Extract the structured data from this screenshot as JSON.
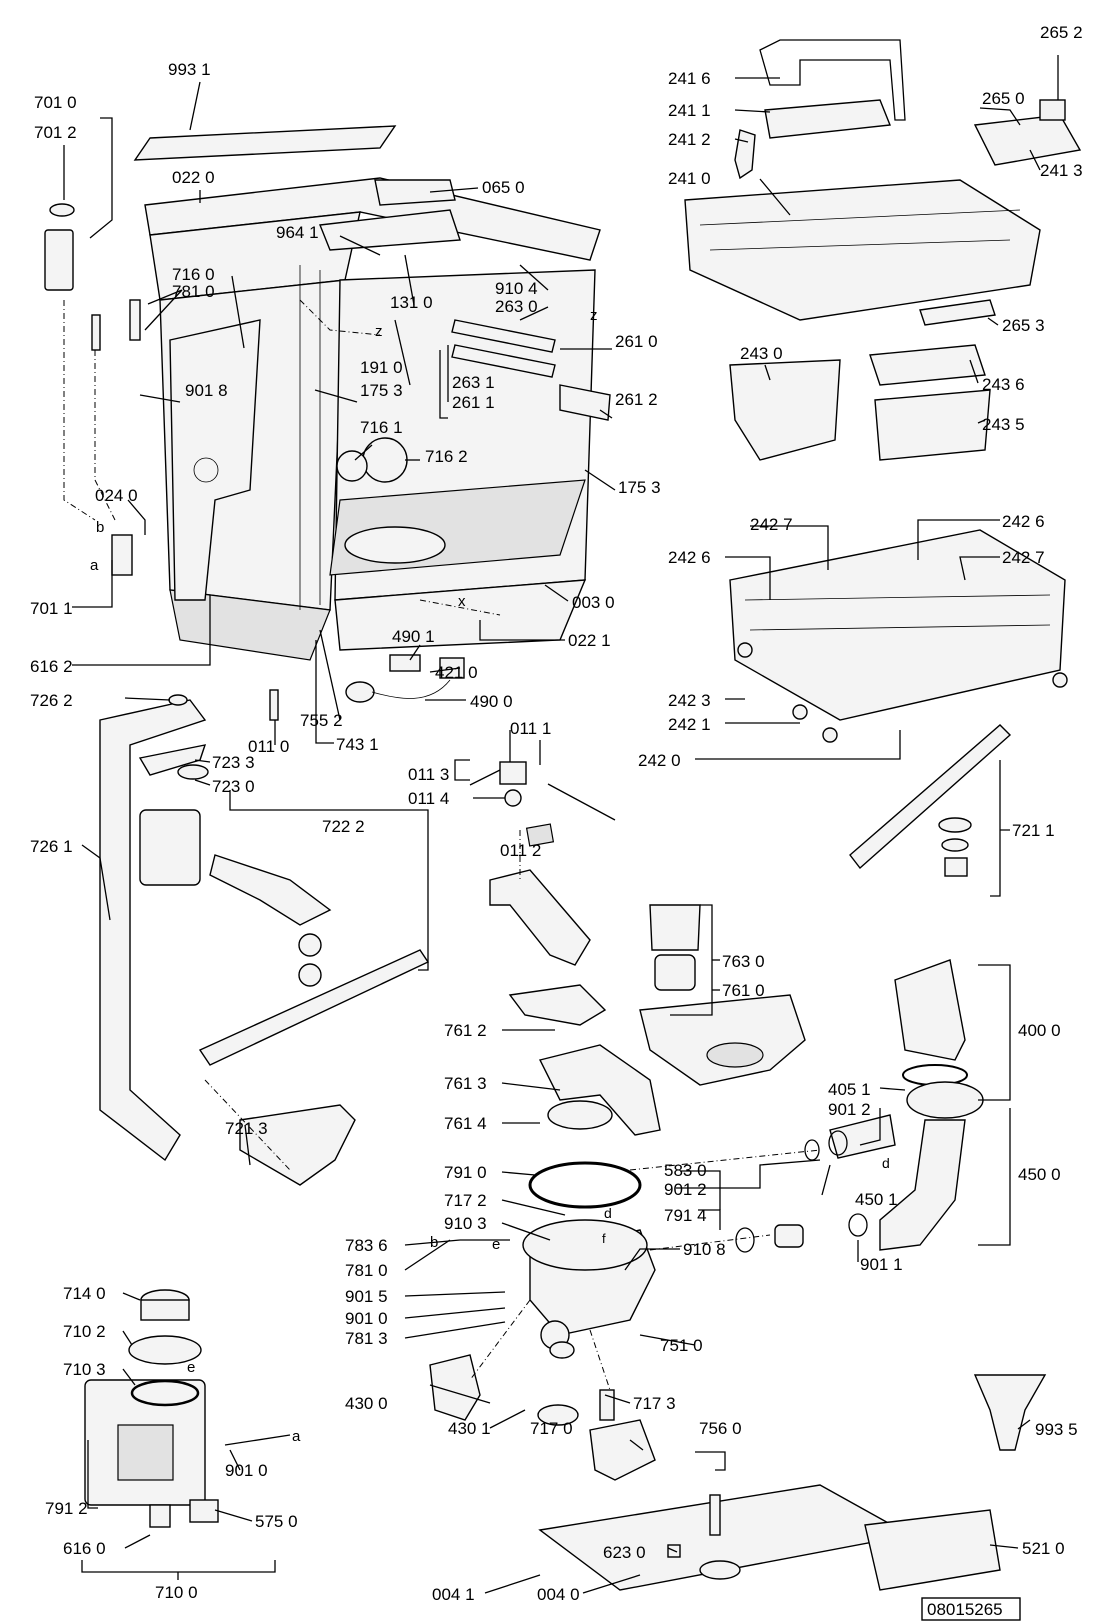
{
  "diagram": {
    "document_code": "08015265",
    "part_labels": [
      {
        "id": "p1",
        "text": "993 1"
      },
      {
        "id": "p2",
        "text": "701 0"
      },
      {
        "id": "p3",
        "text": "701 2"
      },
      {
        "id": "p4",
        "text": "022 0"
      },
      {
        "id": "p5",
        "text": "065 0"
      },
      {
        "id": "p6",
        "text": "964 1"
      },
      {
        "id": "p7",
        "text": "716 0"
      },
      {
        "id": "p8",
        "text": "781 0"
      },
      {
        "id": "p9",
        "text": "131 0"
      },
      {
        "id": "p10",
        "text": "910 4"
      },
      {
        "id": "p11",
        "text": "263 0"
      },
      {
        "id": "p12",
        "text": "261 0"
      },
      {
        "id": "p13",
        "text": "191 0"
      },
      {
        "id": "p14",
        "text": "175 3"
      },
      {
        "id": "p15",
        "text": "263 1"
      },
      {
        "id": "p16",
        "text": "261 1"
      },
      {
        "id": "p17",
        "text": "261 2"
      },
      {
        "id": "p18",
        "text": "901 8"
      },
      {
        "id": "p19",
        "text": "716 1"
      },
      {
        "id": "p20",
        "text": "716 2"
      },
      {
        "id": "p21",
        "text": "175 3"
      },
      {
        "id": "p22",
        "text": "024 0"
      },
      {
        "id": "p23",
        "text": "701 1"
      },
      {
        "id": "p24",
        "text": "003 0"
      },
      {
        "id": "p25",
        "text": "022 1"
      },
      {
        "id": "p26",
        "text": "616 2"
      },
      {
        "id": "p27",
        "text": "490 1"
      },
      {
        "id": "p28",
        "text": "421 0"
      },
      {
        "id": "p29",
        "text": "490 0"
      },
      {
        "id": "p30",
        "text": "726 2"
      },
      {
        "id": "p31",
        "text": "755 2"
      },
      {
        "id": "p32",
        "text": "011 0"
      },
      {
        "id": "p33",
        "text": "743 1"
      },
      {
        "id": "p34",
        "text": "723 3"
      },
      {
        "id": "p35",
        "text": "723 0"
      },
      {
        "id": "p36",
        "text": "011  1"
      },
      {
        "id": "p37",
        "text": "011 3"
      },
      {
        "id": "p38",
        "text": "011 4"
      },
      {
        "id": "p39",
        "text": "011 2"
      },
      {
        "id": "p40",
        "text": "722 2"
      },
      {
        "id": "p41",
        "text": "726 1"
      },
      {
        "id": "p42",
        "text": "241 6"
      },
      {
        "id": "p43",
        "text": "241 1"
      },
      {
        "id": "p44",
        "text": "241 2"
      },
      {
        "id": "p45",
        "text": "241 0"
      },
      {
        "id": "p46",
        "text": "265 2"
      },
      {
        "id": "p47",
        "text": "265 0"
      },
      {
        "id": "p48",
        "text": "241 3"
      },
      {
        "id": "p49",
        "text": "265 3"
      },
      {
        "id": "p50",
        "text": "243 0"
      },
      {
        "id": "p51",
        "text": "243 6"
      },
      {
        "id": "p52",
        "text": "243 5"
      },
      {
        "id": "p53",
        "text": "242 7"
      },
      {
        "id": "p54",
        "text": "242 6"
      },
      {
        "id": "p55",
        "text": "242 6"
      },
      {
        "id": "p56",
        "text": "242 7"
      },
      {
        "id": "p57",
        "text": "242 3"
      },
      {
        "id": "p58",
        "text": "242 1"
      },
      {
        "id": "p59",
        "text": "242 0"
      },
      {
        "id": "p60",
        "text": "721 1"
      },
      {
        "id": "p61",
        "text": "763 0"
      },
      {
        "id": "p62",
        "text": "761 0"
      },
      {
        "id": "p63",
        "text": "761 2"
      },
      {
        "id": "p64",
        "text": "400 0"
      },
      {
        "id": "p65",
        "text": "761 3"
      },
      {
        "id": "p66",
        "text": "405 1"
      },
      {
        "id": "p67",
        "text": "901 2"
      },
      {
        "id": "p68",
        "text": "761 4"
      },
      {
        "id": "p69",
        "text": "721 3"
      },
      {
        "id": "p70",
        "text": "791 0"
      },
      {
        "id": "p71",
        "text": "583 0"
      },
      {
        "id": "p72",
        "text": "901 2"
      },
      {
        "id": "p73",
        "text": "450 0"
      },
      {
        "id": "p74",
        "text": "717 2"
      },
      {
        "id": "p75",
        "text": "450 1"
      },
      {
        "id": "p76",
        "text": "910 3"
      },
      {
        "id": "p77",
        "text": "791 4"
      },
      {
        "id": "p78",
        "text": "783 6"
      },
      {
        "id": "p79",
        "text": "910 8"
      },
      {
        "id": "p80",
        "text": "781 0"
      },
      {
        "id": "p81",
        "text": "714 0"
      },
      {
        "id": "p82",
        "text": "901 5"
      },
      {
        "id": "p83",
        "text": "901 1"
      },
      {
        "id": "p84",
        "text": "901 0"
      },
      {
        "id": "p85",
        "text": "710 2"
      },
      {
        "id": "p86",
        "text": "781 3"
      },
      {
        "id": "p87",
        "text": "751 0"
      },
      {
        "id": "p88",
        "text": "710 3"
      },
      {
        "id": "p89",
        "text": "430 0"
      },
      {
        "id": "p90",
        "text": "717 3"
      },
      {
        "id": "p91",
        "text": "430 1"
      },
      {
        "id": "p92",
        "text": "756 0"
      },
      {
        "id": "p93",
        "text": "717 0"
      },
      {
        "id": "p94",
        "text": "993 5"
      },
      {
        "id": "p95",
        "text": "901 0"
      },
      {
        "id": "p96",
        "text": "623 0"
      },
      {
        "id": "p97",
        "text": "791 2"
      },
      {
        "id": "p98",
        "text": "575 0"
      },
      {
        "id": "p99",
        "text": "616 0"
      },
      {
        "id": "p100",
        "text": "521 0"
      },
      {
        "id": "p101",
        "text": "710 0"
      },
      {
        "id": "p102",
        "text": "004 1"
      },
      {
        "id": "p103",
        "text": "004 0"
      }
    ],
    "reference_letters": [
      {
        "id": "r1",
        "text": "z"
      },
      {
        "id": "r2",
        "text": "z"
      },
      {
        "id": "r3",
        "text": "x"
      },
      {
        "id": "r4",
        "text": "b"
      },
      {
        "id": "r5",
        "text": "a"
      },
      {
        "id": "r6",
        "text": "d"
      },
      {
        "id": "r7",
        "text": "d"
      },
      {
        "id": "r8",
        "text": "b"
      },
      {
        "id": "r9",
        "text": "e"
      },
      {
        "id": "r10",
        "text": "e"
      },
      {
        "id": "r11",
        "text": "f"
      },
      {
        "id": "r12",
        "text": "a"
      }
    ]
  }
}
